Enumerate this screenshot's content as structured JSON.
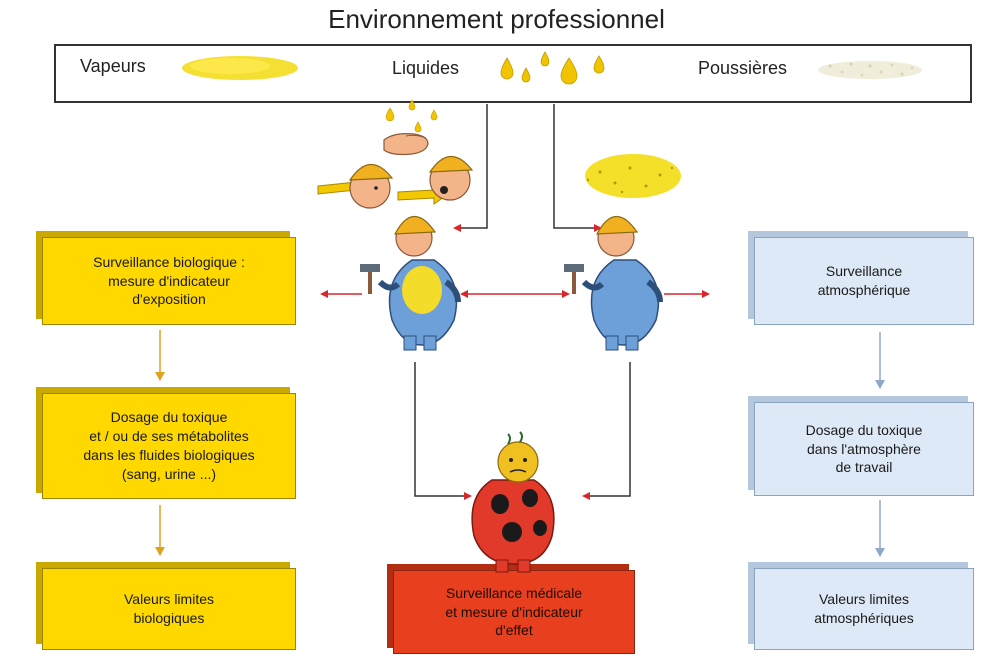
{
  "title": "Environnement professionnel",
  "env": {
    "vapeurs": "Vapeurs",
    "liquides": "Liquides",
    "poussieres": "Poussières"
  },
  "left_column": [
    "Surveillance biologique :\nmesure d'indicateur\nd'exposition",
    "Dosage du toxique\net / ou de ses métabolites\ndans les fluides biologiques\n(sang, urine ...)",
    "Valeurs limites\nbiologiques"
  ],
  "right_column": [
    "Surveillance\natmosphérique",
    "Dosage du toxique\ndans l'atmosphère\nde travail",
    "Valeurs limites\natmosphériques"
  ],
  "center_box": "Surveillance médicale\net mesure d'indicateur\nd'effet",
  "colors": {
    "yellow": "#ffd800",
    "blue_box": "#dde9f6",
    "red_box": "#e8401f",
    "arrow_red": "#d8262b",
    "arrow_orange": "#e0a020",
    "arrow_blue": "#8fa8c8",
    "worker_blue": "#6d9fd8"
  },
  "icons": [
    "vapor-cloud-icon",
    "liquid-drops-icon",
    "dust-cloud-icon",
    "worker-icon",
    "sick-worker-icon",
    "hand-icon"
  ]
}
